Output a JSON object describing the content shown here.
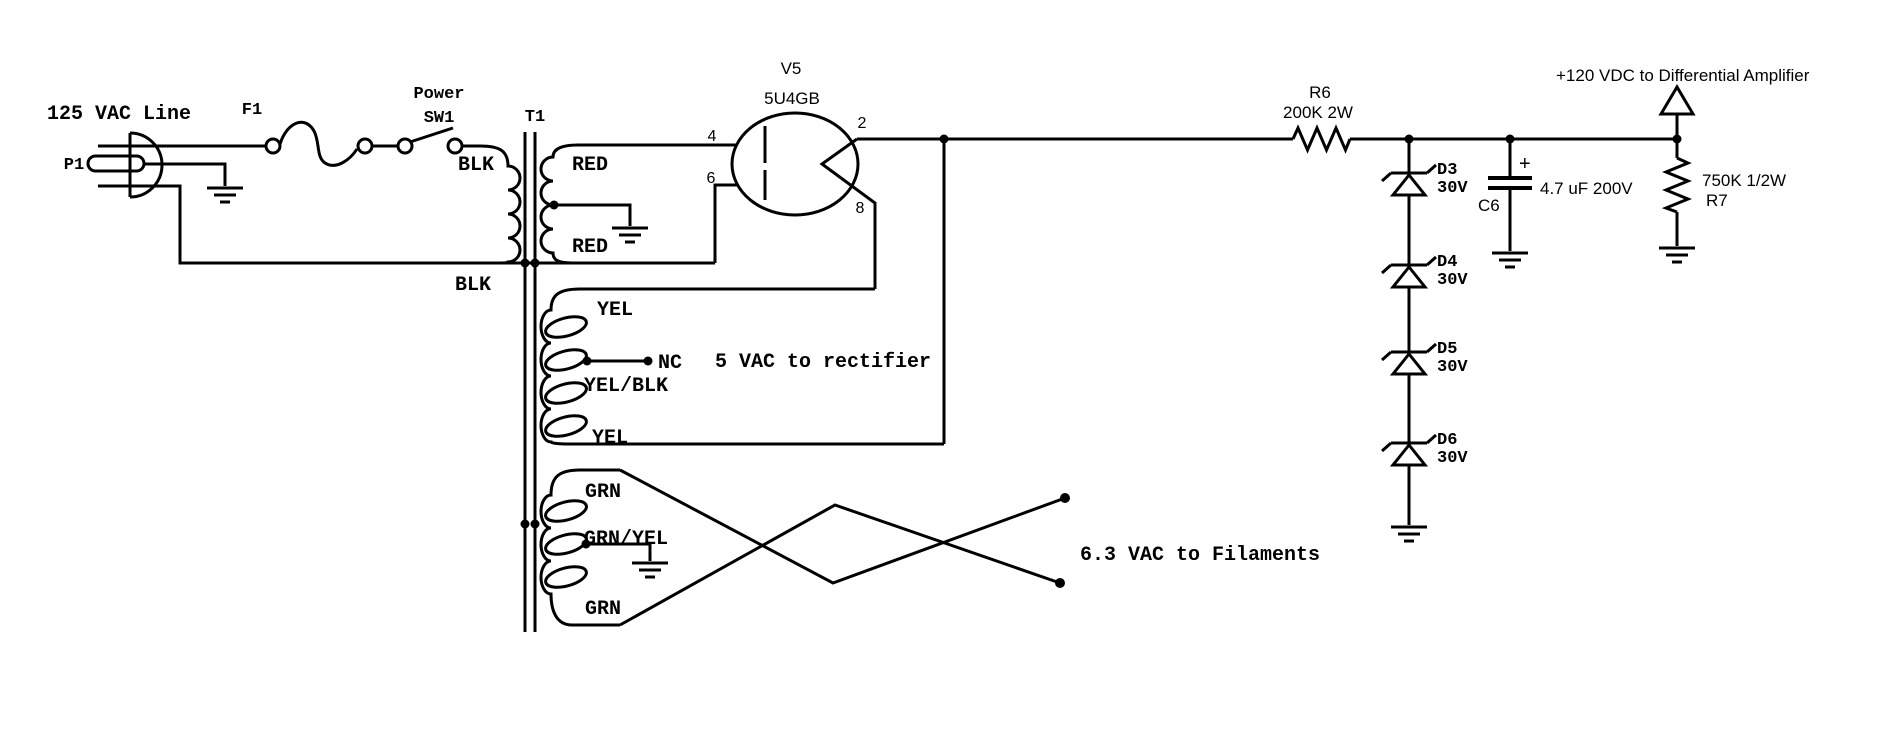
{
  "schematic": {
    "ac_input": {
      "line_label": "125 VAC Line",
      "plug_ref": "P1",
      "fuse_ref": "F1",
      "switch_title": "Power",
      "switch_ref": "SW1"
    },
    "transformer": {
      "ref": "T1",
      "primary": {
        "top": "BLK",
        "bottom": "BLK"
      },
      "hv_secondary": {
        "top": "RED",
        "bottom": "RED"
      },
      "rectifier_filament": {
        "top": "YEL",
        "tap": "YEL/BLK",
        "bottom": "YEL",
        "tap_status": "NC",
        "note": "5 VAC to rectifier"
      },
      "heater": {
        "top": "GRN",
        "tap": "GRN/YEL",
        "bottom": "GRN",
        "note": "6.3 VAC to Filaments"
      }
    },
    "rectifier_tube": {
      "ref": "V5",
      "type": "5U4GB",
      "pin_plate_top": "4",
      "pin_plate_bottom": "6",
      "pin_cathode_top": "2",
      "pin_cathode_bottom": "8"
    },
    "filter": {
      "series_resistor": {
        "ref": "R6",
        "value": "200K 2W"
      },
      "shunt_capacitor": {
        "ref": "C6",
        "value": "4.7 uF 200V",
        "polarity": "+"
      },
      "bleeder_resistor": {
        "ref": "R7",
        "value": "750K 1/2W"
      },
      "zener_stack": [
        {
          "ref": "D3",
          "value": "30V"
        },
        {
          "ref": "D4",
          "value": "30V"
        },
        {
          "ref": "D5",
          "value": "30V"
        },
        {
          "ref": "D6",
          "value": "30V"
        }
      ]
    },
    "output_label": "+120 VDC to Differential Amplifier"
  }
}
